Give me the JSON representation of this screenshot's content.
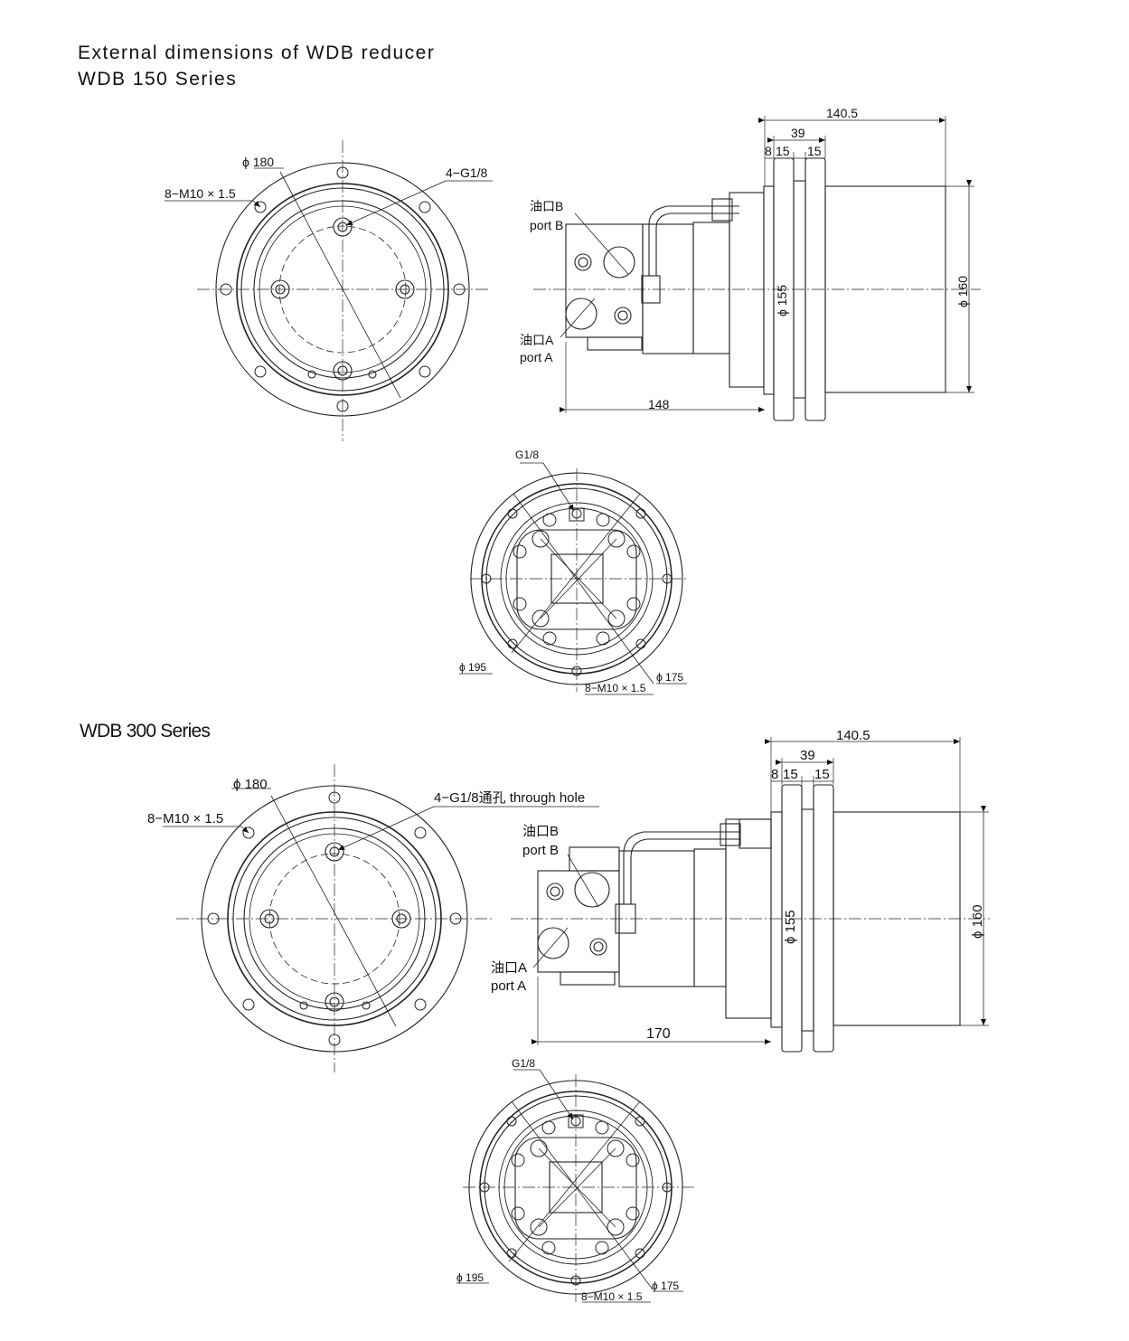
{
  "header": {
    "title": "External dimensions of WDB reducer",
    "series_150": "WDB 150 Series",
    "series_300": "WDB 300 Series"
  },
  "wdb150": {
    "front": {
      "dia_outer": "ϕ 180",
      "bolts": "8−M10 × 1.5",
      "ports": "4−G1/8"
    },
    "side": {
      "overall": "140.5",
      "flange": "39",
      "gap": "8",
      "w1": "15",
      "w2": "15",
      "port_b_cn": "油口B",
      "port_b": "port B",
      "port_a_cn": "油口A",
      "port_a": "port A",
      "dia_155": "ϕ 155",
      "dia_160": "ϕ 160",
      "length": "148"
    },
    "rear": {
      "g18": "G1/8",
      "dia_195": "ϕ 195",
      "dia_175": "ϕ 175",
      "bolts": "8−M10 × 1.5"
    }
  },
  "wdb300": {
    "front": {
      "dia_outer": "ϕ 180",
      "bolts": "8−M10 × 1.5",
      "ports": "4−G1/8通孔 through hole"
    },
    "side": {
      "overall": "140.5",
      "flange": "39",
      "gap": "8",
      "w1": "15",
      "w2": "15",
      "port_b_cn": "油口B",
      "port_b": "port B",
      "port_a_cn": "油口A",
      "port_a": "port A",
      "dia_155": "ϕ 155",
      "dia_160": "ϕ 160",
      "length": "170"
    },
    "rear": {
      "g18": "G1/8",
      "dia_195": "ϕ 195",
      "dia_175": "ϕ 175",
      "bolts": "8−M10 × 1.5"
    }
  }
}
